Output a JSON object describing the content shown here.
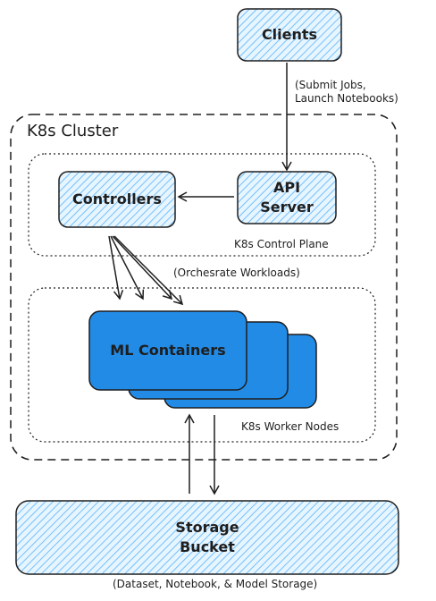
{
  "colors": {
    "stroke": "#1e1e1e",
    "hatch": "#a5d8ff",
    "hatch_fill": "#e7f5ff",
    "container_fill": "#228be6",
    "container_stroke": "#1864ab"
  },
  "nodes": {
    "clients": "Clients",
    "api_server": "API\nServer",
    "controllers": "Controllers",
    "ml_containers": "ML Containers",
    "storage_bucket": "Storage\nBucket"
  },
  "groups": {
    "cluster": "K8s Cluster",
    "control_plane": "K8s Control Plane",
    "worker_nodes": "K8s Worker Nodes"
  },
  "edges": {
    "clients_to_api": "(Submit Jobs,\nLaunch Notebooks)",
    "controllers_to_workers": "(Orchesrate Workloads)",
    "storage_note": "(Dataset, Notebook, & Model Storage)"
  }
}
